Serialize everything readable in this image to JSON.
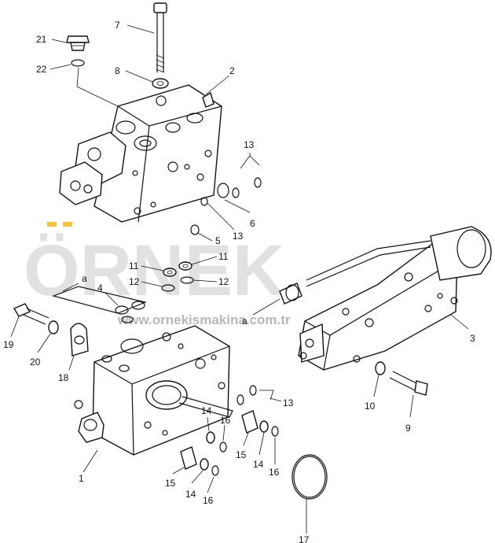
{
  "watermark": {
    "brand": "ÖRNEK",
    "url": "www.ornekismakina.com.tr",
    "accent": "#f2c53d"
  },
  "labels": {
    "p1": "1",
    "p2": "2",
    "p3": "3",
    "p4": "4",
    "p5": "5",
    "p6": "6",
    "p7": "7",
    "p8": "8",
    "p9": "9",
    "p10": "10",
    "p11a": "11",
    "p11b": "11",
    "p12a": "12",
    "p12b": "12",
    "p13a": "13",
    "p13b": "13",
    "p13c": "13",
    "p14a": "14",
    "p14b": "14",
    "p14c": "14",
    "p15a": "15",
    "p15b": "15",
    "p16a": "16",
    "p16b": "16",
    "p16c": "16",
    "p17": "17",
    "p18": "18",
    "p19": "19",
    "p20": "20",
    "p21": "21",
    "p22": "22",
    "refA1": "a",
    "refA2": "a"
  }
}
